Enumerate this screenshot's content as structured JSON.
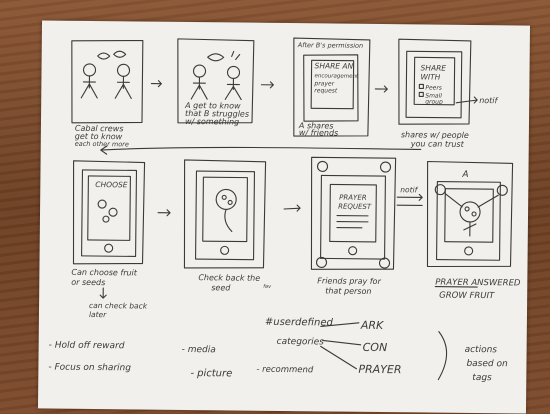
{
  "frames": [
    {
      "caption": [
        "Cabal crews",
        "get to know",
        "each other more"
      ]
    },
    {
      "caption": [
        "A get to know",
        "that B struggles",
        "w/ something"
      ]
    },
    {
      "top_note": "After B's permission",
      "screen_lines": [
        "SHARE AN",
        "encouragement",
        "prayer",
        "request"
      ],
      "caption": [
        "A shares",
        "w/ friends"
      ]
    },
    {
      "screen_lines": [
        "SHARE",
        "WITH",
        "Peers",
        "Small",
        "group"
      ],
      "side_note": "notif",
      "caption": [
        "shares w/ people",
        "you can trust"
      ]
    },
    {
      "screen_lines": [
        "CHOOSE"
      ],
      "caption": [
        "Can choose fruit",
        "or seeds"
      ],
      "sub_caption": [
        "can check back",
        "later"
      ]
    },
    {
      "caption": [
        "Check back the",
        "seed"
      ],
      "tiny_note": "fav"
    },
    {
      "screen_lines": [
        "PRAYER",
        "REQUEST"
      ],
      "caption": [
        "Friends pray for",
        "that person"
      ]
    },
    {
      "top_letter": "A",
      "side_note": "notif",
      "caption": [
        "PRAYER ANSWERED",
        "GROW FRUIT"
      ]
    }
  ],
  "bottom_notes": {
    "left": [
      "- Hold off reward",
      "- Focus on sharing"
    ],
    "middle": [
      "- media",
      "- picture",
      "- recommend"
    ],
    "hashtag": [
      "#userdefined",
      "categories"
    ],
    "tags": [
      "ARK",
      "CON",
      "PRAYER"
    ],
    "right": [
      "actions",
      "based on",
      "tags"
    ]
  }
}
